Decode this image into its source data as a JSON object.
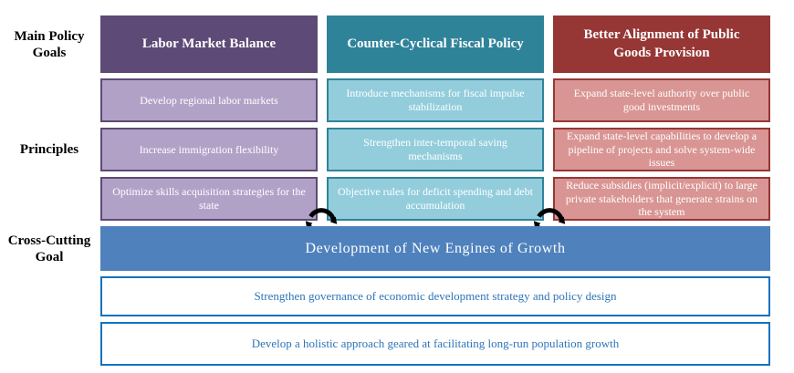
{
  "row_labels": {
    "main_policy_goals": "Main Policy Goals",
    "principles": "Principles",
    "cross_cutting_goal": "Cross-Cutting Goal"
  },
  "columns": [
    {
      "title": "Labor Market Balance",
      "colors": {
        "header": "#5d4a76",
        "fill": "#b2a1c7",
        "border": "#5d4a76"
      },
      "principles": [
        "Develop regional labor markets",
        "Increase immigration flexibility",
        "Optimize skills acquisition strategies for the state"
      ]
    },
    {
      "title": "Counter-Cyclical Fiscal Policy",
      "colors": {
        "header": "#2f8399",
        "fill": "#93cddc",
        "border": "#2f8399"
      },
      "principles": [
        "Introduce mechanisms for fiscal impulse stabilization",
        "Strengthen inter-temporal saving mechanisms",
        "Objective rules for deficit spending and debt accumulation"
      ]
    },
    {
      "title": "Better Alignment of Public Goods Provision",
      "colors": {
        "header": "#963735",
        "fill": "#d89593",
        "border": "#963735"
      },
      "principles": [
        "Expand state-level authority over public good investments",
        "Expand state-level capabilities to develop a pipeline of projects and solve system-wide issues",
        "Reduce subsidies (implicit/explicit) to large private stakeholders that generate strains on the system"
      ]
    }
  ],
  "cross_cutting": {
    "banner": "Development of New Engines of Growth",
    "banner_color": "#4f81bd",
    "items": [
      "Strengthen governance of economic development strategy and policy design",
      "Develop a holistic approach geared at facilitating long-run population growth"
    ],
    "item_border_color": "#1273bf",
    "item_text_color": "#2e75b6"
  },
  "icons": {
    "cycle_arrow_color": "#000000"
  }
}
